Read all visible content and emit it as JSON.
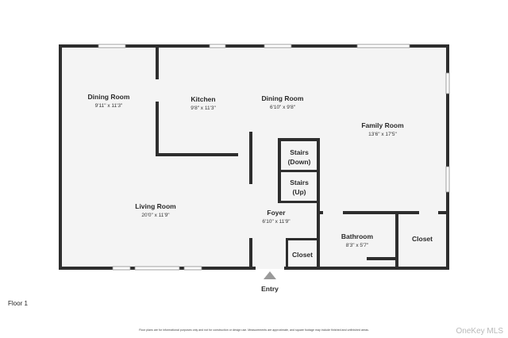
{
  "floor_label": "Floor 1",
  "disclaimer": "Floor plans are for informational purposes only and not for construction or design use. Measurements are approximate, and square footage may include finished and unfinished areas.",
  "watermark": "OneKey MLS",
  "entry_label": "Entry",
  "rooms": {
    "dining_room_left": {
      "name": "Dining Room",
      "dims": "9'11\" x 11'3\""
    },
    "kitchen": {
      "name": "Kitchen",
      "dims": "9'8\" x 11'3\""
    },
    "dining_room_center": {
      "name": "Dining Room",
      "dims": "6'10\" x 9'8\""
    },
    "family_room": {
      "name": "Family Room",
      "dims": "13'6\" x 17'5\""
    },
    "living_room": {
      "name": "Living Room",
      "dims": "20'0\" x 11'9\""
    },
    "foyer": {
      "name": "Foyer",
      "dims": "6'10\" x 11'9\""
    },
    "bathroom": {
      "name": "Bathroom",
      "dims": "8'3\" x 5'7\""
    },
    "closet_right": {
      "name": "Closet"
    },
    "closet_small": {
      "name": "Closet"
    },
    "stairs_down": {
      "line1": "Stairs",
      "line2": "(Down)"
    },
    "stairs_up": {
      "line1": "Stairs",
      "line2": "(Up)"
    }
  },
  "colors": {
    "wall": "#2e2e2e",
    "floor": "#f4f4f4",
    "entry_arrow": "#9a9a9a",
    "watermark": "#b9b9b9"
  }
}
